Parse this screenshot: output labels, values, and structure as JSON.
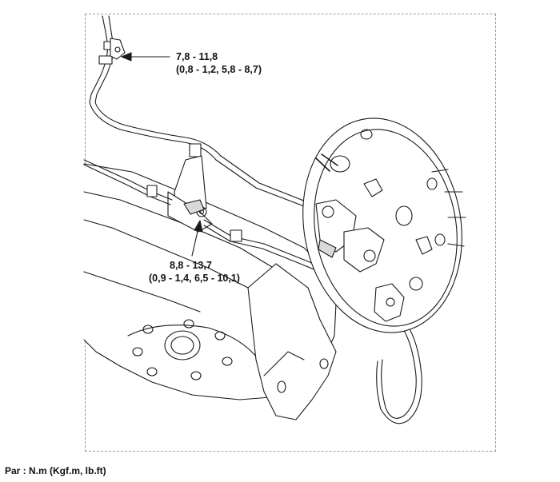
{
  "callouts": {
    "top": {
      "line1": "7,8 - 11,8",
      "line2": "(0,8 - 1,2, 5,8 - 8,7)"
    },
    "middle": {
      "line1": "8,8 - 13,7",
      "line2": "(0,9 - 1,4, 6,5 - 10,1)"
    }
  },
  "footer": {
    "units": "Par : N.m (Kgf.m, lb.ft)"
  },
  "colors": {
    "line": "#1a1a1a",
    "frame": "#9a9a9a",
    "shade": "#d9d9d9"
  }
}
